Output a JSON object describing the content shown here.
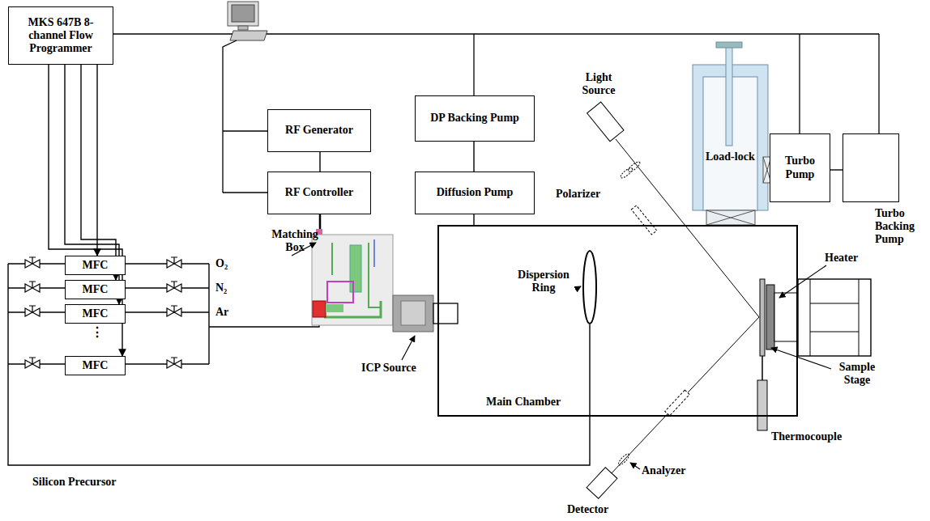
{
  "diagram": {
    "nodes": [
      {
        "text": [
          "MKS 647B 8-channel Flow Programmer"
        ]
      },
      {
        "text": [
          "RF Generator"
        ]
      },
      {
        "text": [
          "RF Controller"
        ]
      },
      {
        "text": [
          "DP Backing Pump"
        ]
      },
      {
        "text": [
          "Diffusion Pump"
        ]
      },
      {
        "text": [
          "Turbo Pump"
        ]
      },
      {
        "text": [
          "Turbo Backing Pump"
        ]
      },
      {
        "text": [
          "Main Chamber"
        ]
      },
      {
        "text": [
          "MFC"
        ]
      },
      {
        "text": [
          "MFC"
        ]
      },
      {
        "text": [
          "MFC"
        ]
      },
      {
        "text": [
          "MFC"
        ]
      }
    ],
    "edges": [
      {
        "from": 0,
        "to": 8,
        "arrow": "to"
      },
      {
        "from": 0,
        "to": 9,
        "arrow": "to"
      },
      {
        "from": 0,
        "to": 10,
        "arrow": "to"
      },
      {
        "from": 0,
        "to": 11,
        "arrow": "to"
      },
      {
        "from": 1,
        "to": 2,
        "arrow": "none"
      },
      {
        "from": 3,
        "to": 4,
        "arrow": "none"
      },
      {
        "from": 4,
        "to": 7,
        "arrow": "none"
      },
      {
        "from": 5,
        "to": 6,
        "arrow": "none"
      }
    ],
    "labels": [
      "Light Source",
      "Polarizer",
      "Load-lock",
      "Matching Box",
      "Dispersion Ring",
      "Heater",
      "O₂",
      "N₂",
      "Ar",
      "⋮",
      "ICP Source",
      "Sample Stage",
      "Thermocouple",
      "Silicon Precursor",
      "Analyzer",
      "Detector"
    ]
  }
}
